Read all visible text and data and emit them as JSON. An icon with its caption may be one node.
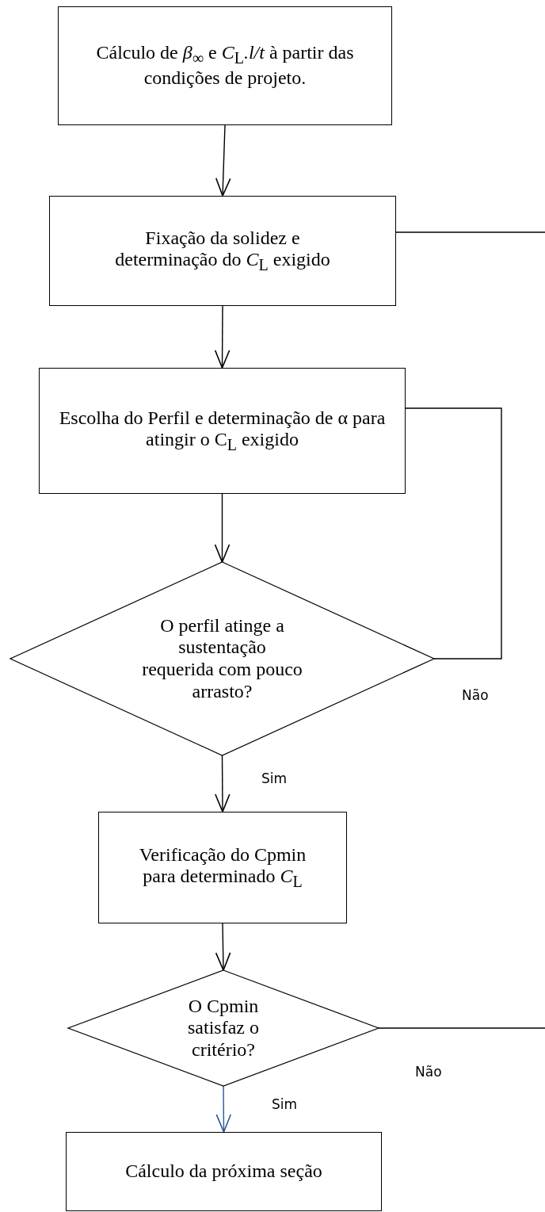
{
  "diagram": {
    "nodes": [
      {
        "text": [
          "Cálculo de *β*$_{∞}$ e *C*$_{L}$*.l/t* à partir das condições de projeto."
        ]
      },
      {
        "text": [
          "Fixação da solidez e determinação do *C*$_{L}$ exigido"
        ]
      },
      {
        "text": [
          "Escolha do Perfil e determinação de α para atingir o C$_{L}$ exigido"
        ]
      },
      {
        "text": [
          "O perfil atinge a sustentação requerida com pouco arrasto?"
        ]
      },
      {
        "text": [
          "Verificação do Cpmin para determinado *C*$_{L}$"
        ]
      },
      {
        "text": [
          "O Cpmin satisfaz o critério?"
        ]
      },
      {
        "text": [
          "Cálculo da próxima seção"
        ]
      }
    ],
    "edges": [
      {
        "from": 0,
        "to": 1,
        "arrow": "to"
      },
      {
        "from": 1,
        "to": null,
        "arrow": "none"
      },
      {
        "from": 1,
        "to": 2,
        "arrow": "to"
      },
      {
        "from": 2,
        "to": 3,
        "arrow": "to"
      },
      {
        "from": 3,
        "to": 2,
        "arrow": "none",
        "label": "Não"
      },
      {
        "from": 3,
        "to": 4,
        "arrow": "to",
        "label": "Sim"
      },
      {
        "from": 4,
        "to": 5,
        "arrow": "to"
      },
      {
        "from": 5,
        "to": null,
        "arrow": "none",
        "label": "Não"
      },
      {
        "from": 5,
        "to": 6,
        "arrow": "to",
        "label": "Sim",
        "color": "#2f5597"
      }
    ]
  }
}
